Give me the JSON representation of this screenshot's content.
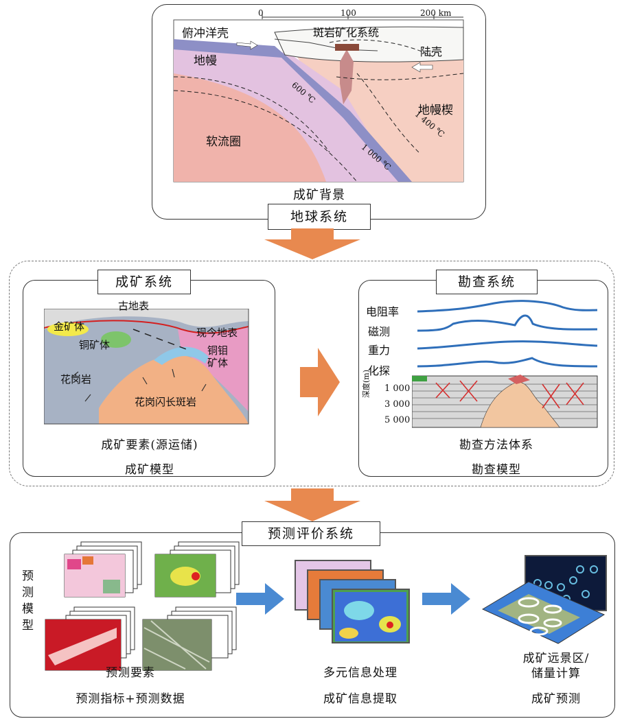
{
  "top": {
    "title_box": "地球系统",
    "caption": "成矿背景",
    "scale_0": "0",
    "scale_100": "100",
    "scale_200": "200 km",
    "labels": {
      "oceanic_crust": "俯冲洋壳",
      "porphyry_system": "斑岩矿化系统",
      "continental_crust": "陆壳",
      "mantle": "地幔",
      "mantle_wedge": "地幔楔",
      "asthenosphere": "软流圈",
      "t600": "600 ℃",
      "t1000": "1 000 ℃",
      "t1400": "1 400 ℃"
    }
  },
  "middle": {
    "left": {
      "title": "成矿系统",
      "caption1": "成矿要素(源运储)",
      "caption2": "成矿模型",
      "labels": {
        "paleo_surface": "古地表",
        "gold_ore": "金矿体",
        "present_surface": "现今地表",
        "copper_ore": "铜矿体",
        "cumo_ore_1": "铜钼",
        "cumo_ore_2": "矿体",
        "granite": "花岗岩",
        "granodiorite_porphyry": "花岗闪长斑岩"
      }
    },
    "right": {
      "title": "勘查系统",
      "caption1": "勘查方法体系",
      "caption2": "勘查模型",
      "labels": {
        "resistivity": "电阻率",
        "magnetic": "磁测",
        "gravity": "重力",
        "geochem": "化探",
        "depth_axis": "深度(m)",
        "d1000": "1 000",
        "d3000": "3 000",
        "d5000": "5 000"
      }
    }
  },
  "bottom": {
    "title": "预测评价系统",
    "side_label": [
      "预",
      "测",
      "模",
      "型"
    ],
    "cap_elements": "预测要素",
    "cap_elements2": "预测指标+预测数据",
    "cap_processing": "多元信息处理",
    "cap_processing2": "成矿信息提取",
    "cap_target_1": "成矿远景区/",
    "cap_target_2": "储量计算",
    "cap_target3": "成矿预测"
  },
  "colors": {
    "arrow_orange": "#e8894f",
    "arrow_blue": "#4a8ad2",
    "profile_blue": "#2f6fba",
    "asthenosphere": "#f0b3ab",
    "mantle": "#e3c2e0",
    "slab": "#8d8fc6",
    "granite": "#a7b2c4",
    "porphyry": "#f2b185"
  }
}
